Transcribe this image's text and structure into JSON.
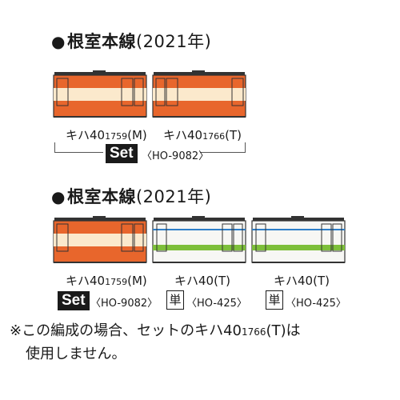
{
  "sections": [
    {
      "bullet": "●",
      "title": "根室本線",
      "year": "(2021年)",
      "cars": [
        {
          "name": "キハ40",
          "number": "1759",
          "suffix": "(M)",
          "livery": "tarako"
        },
        {
          "name": "キハ40",
          "number": "1766",
          "suffix": "(T)",
          "livery": "tarako"
        }
      ],
      "set": {
        "badge": "Set",
        "code": "〈HO-9082〉"
      }
    },
    {
      "bullet": "●",
      "title": "根室本線",
      "year": "(2021年)",
      "cars": [
        {
          "name": "キハ40",
          "number": "1759",
          "suffix": "(M)",
          "livery": "tarako"
        },
        {
          "name": "キハ40",
          "number": "",
          "suffix": "(T)",
          "livery": "hokkaido"
        },
        {
          "name": "キハ40",
          "number": "",
          "suffix": "(T)",
          "livery": "hokkaido"
        }
      ],
      "badges": [
        {
          "badge": "Set",
          "code": "〈HO-9082〉"
        },
        {
          "badge": "単",
          "code": "〈HO-425〉"
        },
        {
          "badge": "単",
          "code": "〈HO-425〉"
        }
      ]
    }
  ],
  "note": {
    "line1_pre": "※この編成の場合、セットのキハ40",
    "line1_num": "1766",
    "line1_post": "(T)は",
    "line2": "使用しません。"
  },
  "colors": {
    "tarako_orange": "#e8662c",
    "tarako_cream": "#fbe9cc",
    "hokkaido_white": "#f7f7f4",
    "hokkaido_green": "#7dbf3a",
    "hokkaido_blue": "#2f7fc8",
    "outline": "#333333"
  }
}
